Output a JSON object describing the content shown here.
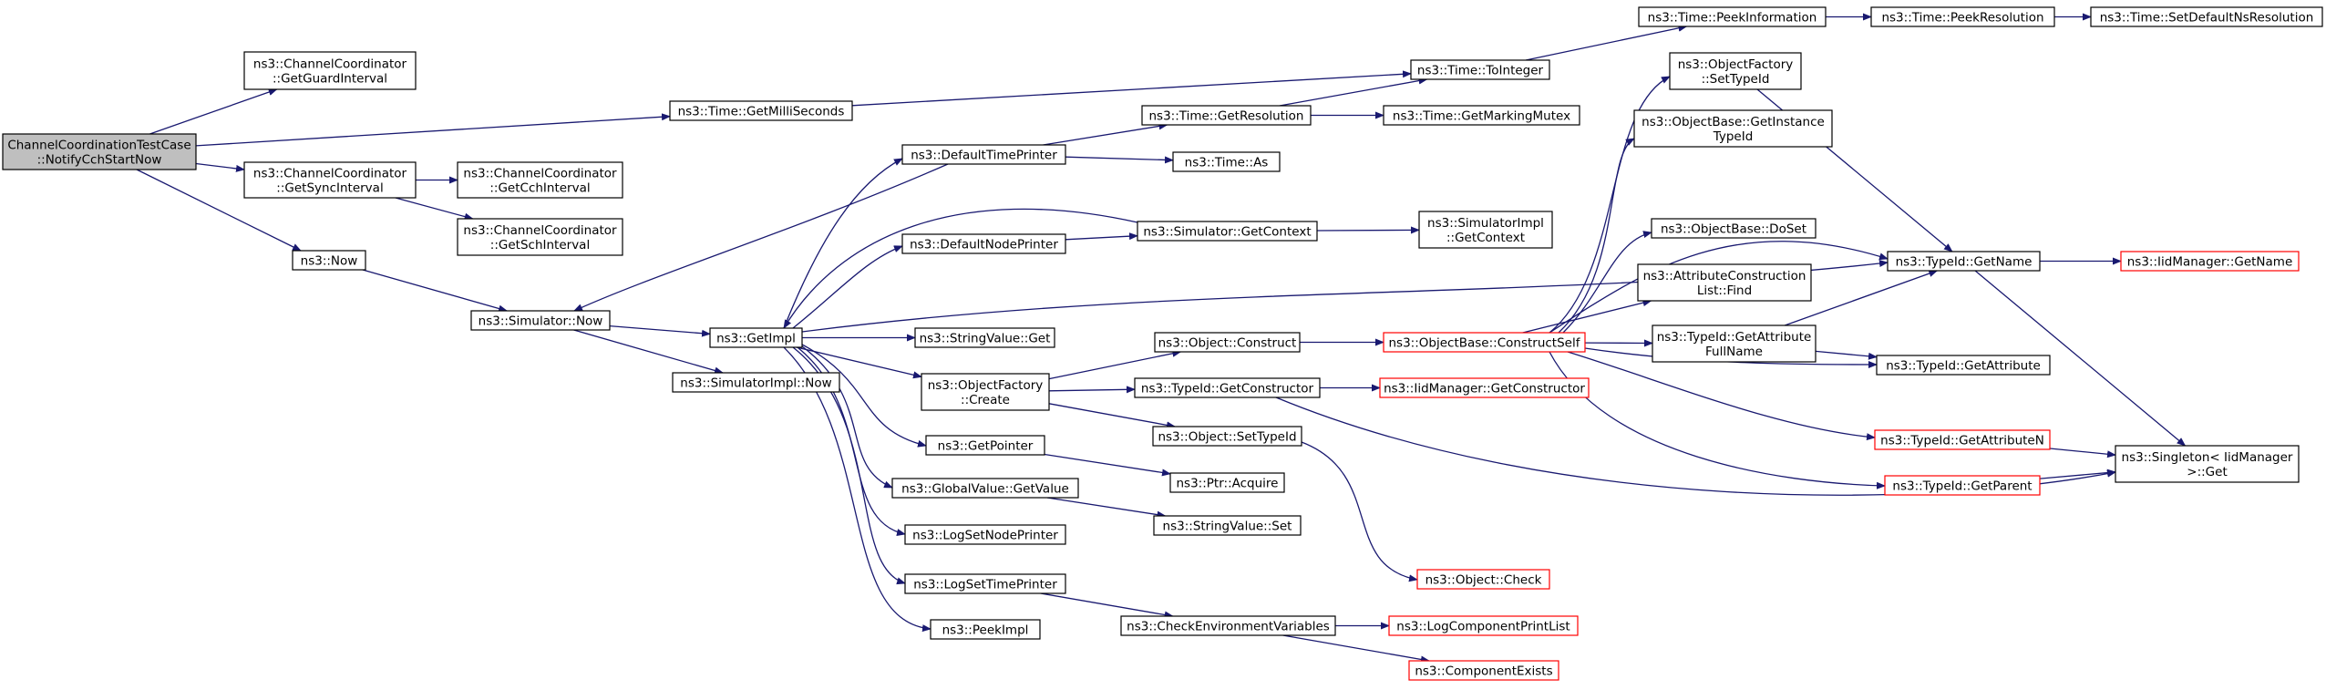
{
  "graph": {
    "nodes": [
      {
        "id": "root",
        "lines": [
          "ChannelCoordinationTestCase",
          "::NotifyCchStartNow"
        ],
        "root": true
      },
      {
        "id": "cc_guard",
        "lines": [
          "ns3::ChannelCoordinator",
          "::GetGuardInterval"
        ]
      },
      {
        "id": "cc_sync",
        "lines": [
          "ns3::ChannelCoordinator",
          "::GetSyncInterval"
        ]
      },
      {
        "id": "cc_cch",
        "lines": [
          "ns3::ChannelCoordinator",
          "::GetCchInterval"
        ]
      },
      {
        "id": "cc_sch",
        "lines": [
          "ns3::ChannelCoordinator",
          "::GetSchInterval"
        ]
      },
      {
        "id": "now",
        "lines": [
          "ns3::Now"
        ]
      },
      {
        "id": "time_ms",
        "lines": [
          "ns3::Time::GetMilliSeconds"
        ]
      },
      {
        "id": "time_toint",
        "lines": [
          "ns3::Time::ToInteger"
        ]
      },
      {
        "id": "time_peekinfo",
        "lines": [
          "ns3::Time::PeekInformation"
        ]
      },
      {
        "id": "time_peekres",
        "lines": [
          "ns3::Time::PeekResolution"
        ]
      },
      {
        "id": "time_setdef",
        "lines": [
          "ns3::Time::SetDefaultNsResolution"
        ]
      },
      {
        "id": "sim_now",
        "lines": [
          "ns3::Simulator::Now"
        ]
      },
      {
        "id": "getimpl",
        "lines": [
          "ns3::GetImpl"
        ]
      },
      {
        "id": "simimpl_now",
        "lines": [
          "ns3::SimulatorImpl::Now"
        ]
      },
      {
        "id": "dtp",
        "lines": [
          "ns3::DefaultTimePrinter"
        ]
      },
      {
        "id": "time_getres",
        "lines": [
          "ns3::Time::GetResolution"
        ]
      },
      {
        "id": "time_markmutex",
        "lines": [
          "ns3::Time::GetMarkingMutex"
        ]
      },
      {
        "id": "time_as",
        "lines": [
          "ns3::Time::As"
        ]
      },
      {
        "id": "dnp",
        "lines": [
          "ns3::DefaultNodePrinter"
        ]
      },
      {
        "id": "sim_getctx",
        "lines": [
          "ns3::Simulator::GetContext"
        ]
      },
      {
        "id": "simimpl_getctx",
        "lines": [
          "ns3::SimulatorImpl",
          "::GetContext"
        ]
      },
      {
        "id": "strval_get",
        "lines": [
          "ns3::StringValue::Get"
        ]
      },
      {
        "id": "of_create",
        "lines": [
          "ns3::ObjectFactory",
          "::Create"
        ]
      },
      {
        "id": "obj_construct",
        "lines": [
          "ns3::Object::Construct"
        ]
      },
      {
        "id": "tid_getctor",
        "lines": [
          "ns3::TypeId::GetConstructor"
        ]
      },
      {
        "id": "obj_settid",
        "lines": [
          "ns3::Object::SetTypeId"
        ]
      },
      {
        "id": "getpointer",
        "lines": [
          "ns3::GetPointer"
        ]
      },
      {
        "id": "ptr_acquire",
        "lines": [
          "ns3::Ptr::Acquire"
        ]
      },
      {
        "id": "gv_getvalue",
        "lines": [
          "ns3::GlobalValue::GetValue"
        ]
      },
      {
        "id": "strval_set",
        "lines": [
          "ns3::StringValue::Set"
        ]
      },
      {
        "id": "lognp",
        "lines": [
          "ns3::LogSetNodePrinter"
        ]
      },
      {
        "id": "logtp",
        "lines": [
          "ns3::LogSetTimePrinter"
        ]
      },
      {
        "id": "checkenv",
        "lines": [
          "ns3::CheckEnvironmentVariables"
        ]
      },
      {
        "id": "peekimpl",
        "lines": [
          "ns3::PeekImpl"
        ]
      },
      {
        "id": "of_settid",
        "lines": [
          "ns3::ObjectFactory",
          "::SetTypeId"
        ]
      },
      {
        "id": "ob_getinst",
        "lines": [
          "ns3::ObjectBase::GetInstance",
          "TypeId"
        ]
      },
      {
        "id": "ob_doset",
        "lines": [
          "ns3::ObjectBase::DoSet"
        ]
      },
      {
        "id": "acl_find",
        "lines": [
          "ns3::AttributeConstruction",
          "List::Find"
        ]
      },
      {
        "id": "ob_constructself",
        "lines": [
          "ns3::ObjectBase::ConstructSelf"
        ],
        "truncated": true
      },
      {
        "id": "tid_getattrfull",
        "lines": [
          "ns3::TypeId::GetAttribute",
          "FullName"
        ]
      },
      {
        "id": "tid_getname",
        "lines": [
          "ns3::TypeId::GetName"
        ]
      },
      {
        "id": "iid_getname",
        "lines": [
          "ns3::IidManager::GetName"
        ],
        "truncated": true
      },
      {
        "id": "tid_getattr",
        "lines": [
          "ns3::TypeId::GetAttribute"
        ]
      },
      {
        "id": "iid_getctor",
        "lines": [
          "ns3::IidManager::GetConstructor"
        ],
        "truncated": true
      },
      {
        "id": "tid_getattrn",
        "lines": [
          "ns3::TypeId::GetAttributeN"
        ],
        "truncated": true
      },
      {
        "id": "tid_getparent",
        "lines": [
          "ns3::TypeId::GetParent"
        ],
        "truncated": true
      },
      {
        "id": "singleton_get",
        "lines": [
          "ns3::Singleton< IidManager",
          ">::Get"
        ]
      },
      {
        "id": "obj_check",
        "lines": [
          "ns3::Object::Check"
        ],
        "truncated": true
      },
      {
        "id": "log_cpl",
        "lines": [
          "ns3::LogComponentPrintList"
        ],
        "truncated": true
      },
      {
        "id": "comp_exists",
        "lines": [
          "ns3::ComponentExists"
        ],
        "truncated": true
      }
    ],
    "edges": [
      {
        "from": "root",
        "to": "cc_guard"
      },
      {
        "from": "root",
        "to": "time_ms"
      },
      {
        "from": "root",
        "to": "cc_sync"
      },
      {
        "from": "root",
        "to": "now"
      },
      {
        "from": "cc_sync",
        "to": "cc_cch"
      },
      {
        "from": "cc_sync",
        "to": "cc_sch"
      },
      {
        "from": "time_ms",
        "to": "time_toint"
      },
      {
        "from": "time_toint",
        "to": "time_peekinfo"
      },
      {
        "from": "time_peekinfo",
        "to": "time_peekres"
      },
      {
        "from": "time_peekres",
        "to": "time_setdef"
      },
      {
        "from": "now",
        "to": "sim_now"
      },
      {
        "from": "sim_now",
        "to": "getimpl"
      },
      {
        "from": "sim_now",
        "to": "simimpl_now"
      },
      {
        "from": "dtp",
        "to": "sim_now"
      },
      {
        "from": "getimpl",
        "to": "dtp"
      },
      {
        "from": "getimpl",
        "to": "dnp"
      },
      {
        "from": "getimpl",
        "to": "strval_get"
      },
      {
        "from": "getimpl",
        "to": "of_create"
      },
      {
        "from": "getimpl",
        "to": "getpointer"
      },
      {
        "from": "getimpl",
        "to": "gv_getvalue"
      },
      {
        "from": "getimpl",
        "to": "lognp"
      },
      {
        "from": "getimpl",
        "to": "logtp"
      },
      {
        "from": "getimpl",
        "to": "peekimpl"
      },
      {
        "from": "getimpl",
        "to": "tid_getname"
      },
      {
        "from": "sim_getctx",
        "to": "getimpl"
      },
      {
        "from": "dtp",
        "to": "time_getres"
      },
      {
        "from": "dtp",
        "to": "time_as"
      },
      {
        "from": "time_getres",
        "to": "time_toint"
      },
      {
        "from": "time_getres",
        "to": "time_markmutex"
      },
      {
        "from": "dnp",
        "to": "sim_getctx"
      },
      {
        "from": "sim_getctx",
        "to": "simimpl_getctx"
      },
      {
        "from": "of_create",
        "to": "obj_construct"
      },
      {
        "from": "of_create",
        "to": "tid_getctor"
      },
      {
        "from": "of_create",
        "to": "obj_settid"
      },
      {
        "from": "obj_construct",
        "to": "ob_constructself"
      },
      {
        "from": "tid_getctor",
        "to": "iid_getctor"
      },
      {
        "from": "tid_getctor",
        "to": "singleton_get"
      },
      {
        "from": "obj_settid",
        "to": "obj_check"
      },
      {
        "from": "getpointer",
        "to": "ptr_acquire"
      },
      {
        "from": "gv_getvalue",
        "to": "strval_set"
      },
      {
        "from": "logtp",
        "to": "checkenv"
      },
      {
        "from": "checkenv",
        "to": "log_cpl"
      },
      {
        "from": "checkenv",
        "to": "comp_exists"
      },
      {
        "from": "ob_constructself",
        "to": "of_settid"
      },
      {
        "from": "ob_constructself",
        "to": "ob_getinst"
      },
      {
        "from": "ob_constructself",
        "to": "ob_doset"
      },
      {
        "from": "ob_constructself",
        "to": "acl_find"
      },
      {
        "from": "ob_constructself",
        "to": "tid_getattrfull"
      },
      {
        "from": "ob_constructself",
        "to": "tid_getname"
      },
      {
        "from": "ob_constructself",
        "to": "tid_getattr"
      },
      {
        "from": "ob_constructself",
        "to": "tid_getattrn"
      },
      {
        "from": "ob_constructself",
        "to": "tid_getparent"
      },
      {
        "from": "of_settid",
        "to": "tid_getname"
      },
      {
        "from": "tid_getattrfull",
        "to": "tid_getname"
      },
      {
        "from": "tid_getattrfull",
        "to": "tid_getattr"
      },
      {
        "from": "tid_getname",
        "to": "iid_getname"
      },
      {
        "from": "tid_getname",
        "to": "singleton_get"
      },
      {
        "from": "tid_getattrn",
        "to": "singleton_get"
      },
      {
        "from": "tid_getparent",
        "to": "singleton_get"
      }
    ]
  },
  "colors": {
    "edge": "#191970",
    "node_border": "#000000",
    "truncated_border": "#ff0000",
    "root_fill": "#bfbfbf",
    "node_fill": "#ffffff"
  }
}
